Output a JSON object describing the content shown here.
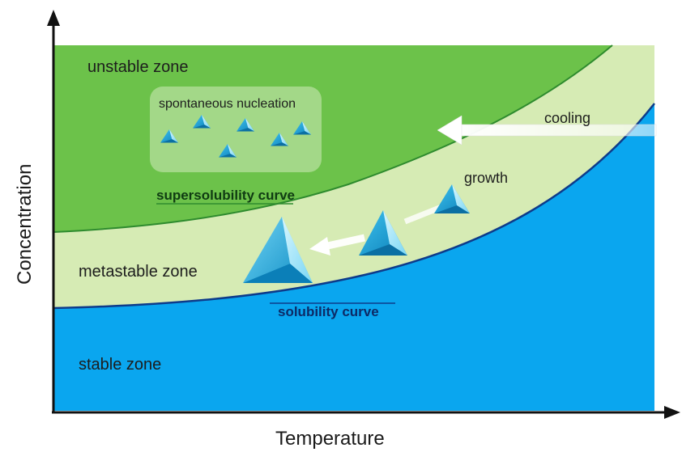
{
  "axes": {
    "x_label": "Temperature",
    "y_label": "Concentration"
  },
  "zones": {
    "unstable": "unstable zone",
    "metastable": "metastable zone",
    "stable": "stable zone"
  },
  "annotations": {
    "nucleation": "spontaneous nucleation",
    "cooling": "cooling",
    "growth": "growth"
  },
  "curves": {
    "supersolubility": "supersolubility curve",
    "solubility": "solubility curve"
  },
  "colors": {
    "unstable_fill": "#6cc24a",
    "metastable_fill": "#d6ebb4",
    "stable_fill": "#0aa6ef",
    "supersolubility_line": "#2e8b2e",
    "solubility_line": "#0d3b8a",
    "axis": "#111111"
  },
  "icons": [
    "crystal-icon",
    "cooling-arrow-icon",
    "growth-arrow-icon"
  ]
}
